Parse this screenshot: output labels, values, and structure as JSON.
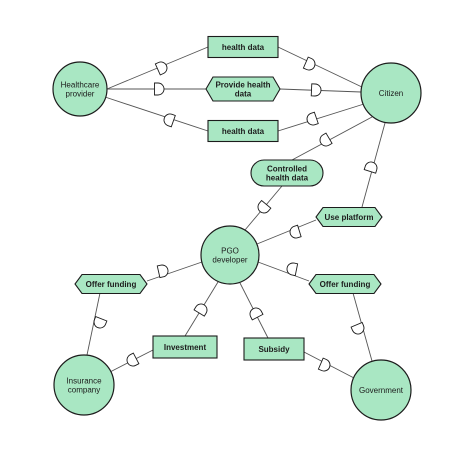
{
  "colors": {
    "node_fill": "#a9e7c3",
    "stroke": "#1c1c1c",
    "edge": "#555555"
  },
  "actors": {
    "healthcare_provider": [
      "Healthcare",
      "provider"
    ],
    "citizen": [
      "Citizen"
    ],
    "pgo_developer": [
      "PGO",
      "developer"
    ],
    "insurance_company": [
      "Insurance",
      "company"
    ],
    "government": [
      "Government"
    ]
  },
  "dependums": {
    "health_data_top": {
      "kind": "resource",
      "label": [
        "health data"
      ]
    },
    "provide_health_data": {
      "kind": "goal",
      "label": [
        "Provide health",
        "data"
      ]
    },
    "health_data_bottom": {
      "kind": "resource",
      "label": [
        "health data"
      ]
    },
    "controlled_health_data": {
      "kind": "softgoal",
      "label": [
        "Controlled",
        "health data"
      ]
    },
    "use_platform": {
      "kind": "goal",
      "label": [
        "Use platform"
      ]
    },
    "offer_funding_left": {
      "kind": "goal",
      "label": [
        "Offer funding"
      ]
    },
    "offer_funding_right": {
      "kind": "goal",
      "label": [
        "Offer funding"
      ]
    },
    "investment": {
      "kind": "resource",
      "label": [
        "Investment"
      ]
    },
    "subsidy": {
      "kind": "resource",
      "label": [
        "Subsidy"
      ]
    }
  }
}
